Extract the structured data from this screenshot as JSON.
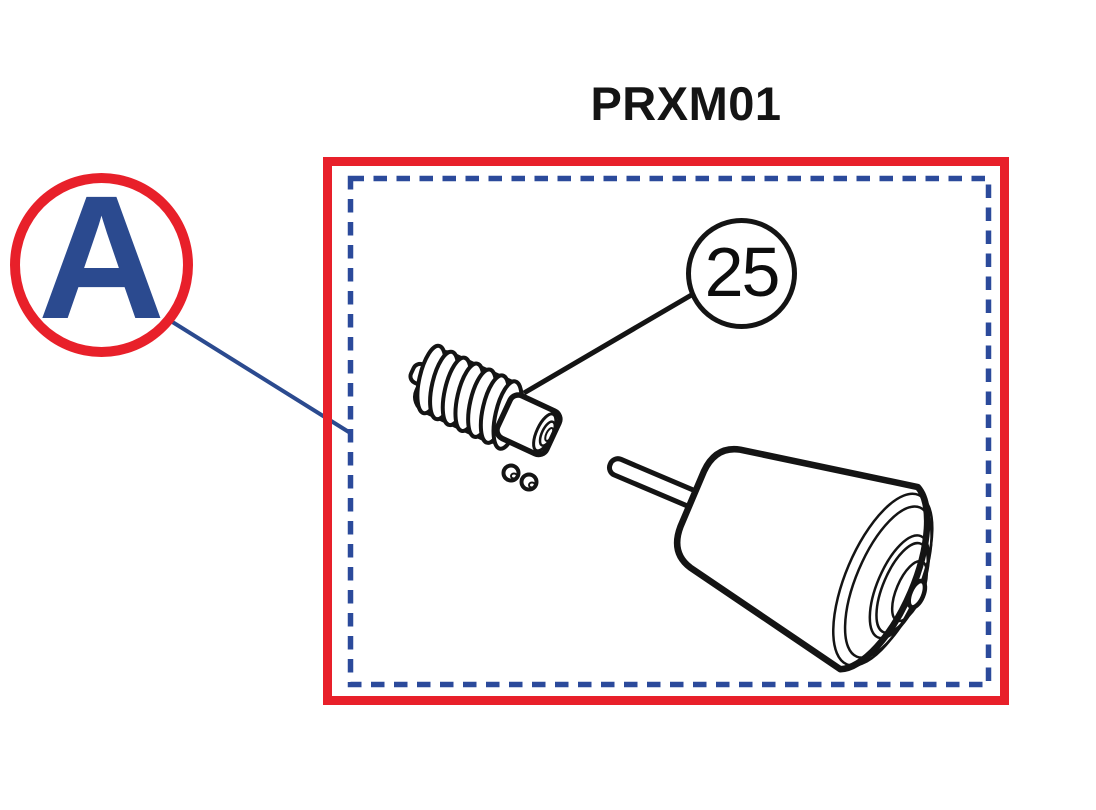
{
  "page": {
    "background_color": "#ffffff"
  },
  "header": {
    "title": "PRXM01"
  },
  "section_badge": {
    "label": "A"
  },
  "callout": {
    "number": "25"
  },
  "colors": {
    "frame_red": "#e8202a",
    "dashed_frame_blue": "#2b4a9b",
    "badge_ring_red": "#e8202a",
    "badge_letter_blue": "#2b4a8f",
    "leader_line_blue": "#2b4a8f",
    "drawing_line_black": "#141414"
  },
  "illustration": {
    "items": [
      {
        "name": "worm-gear-screw",
        "callout_number": "25"
      },
      {
        "name": "set-screws",
        "count": 2
      },
      {
        "name": "electric-motor"
      }
    ]
  }
}
